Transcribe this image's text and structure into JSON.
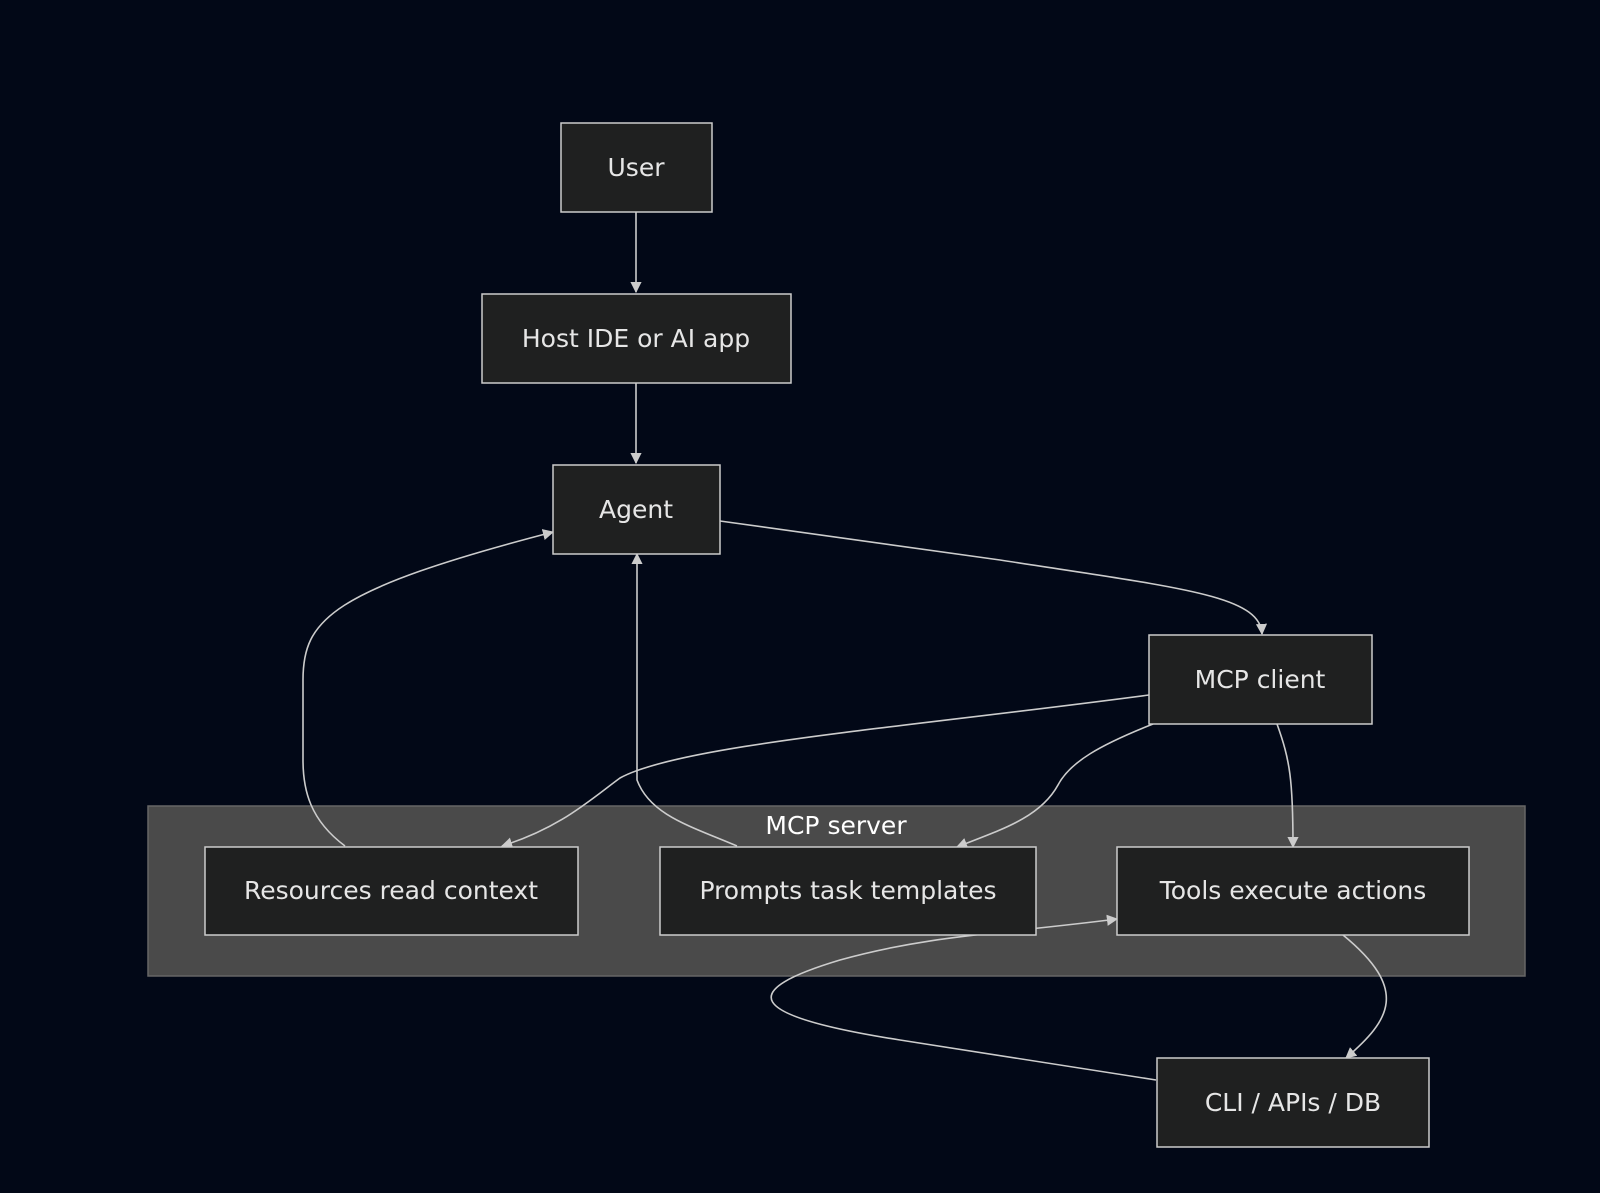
{
  "colors": {
    "background": "#020817",
    "node_fill": "#1f2020",
    "node_stroke": "#cccccc",
    "cluster_fill": "#4a4a4a",
    "edge": "#cccccc",
    "text": "#e6e6e6"
  },
  "cluster": {
    "label": "MCP server"
  },
  "nodes": {
    "user": "User",
    "host": "Host IDE or AI app",
    "agent": "Agent",
    "mcp_client": "MCP client",
    "resources": "Resources read context",
    "prompts": "Prompts task templates",
    "tools": "Tools execute actions",
    "cli": "CLI / APIs / DB"
  },
  "edges": [
    {
      "from": "User",
      "to": "Host IDE or AI app"
    },
    {
      "from": "Host IDE or AI app",
      "to": "Agent"
    },
    {
      "from": "Agent",
      "to": "MCP client"
    },
    {
      "from": "MCP client",
      "to": "Resources read context"
    },
    {
      "from": "MCP client",
      "to": "Prompts task templates"
    },
    {
      "from": "MCP client",
      "to": "Tools execute actions"
    },
    {
      "from": "Tools execute actions",
      "to": "CLI / APIs / DB"
    },
    {
      "from": "CLI / APIs / DB",
      "to": "Tools execute actions"
    },
    {
      "from": "Resources read context",
      "to": "Agent"
    },
    {
      "from": "Prompts task templates",
      "to": "Agent"
    }
  ]
}
